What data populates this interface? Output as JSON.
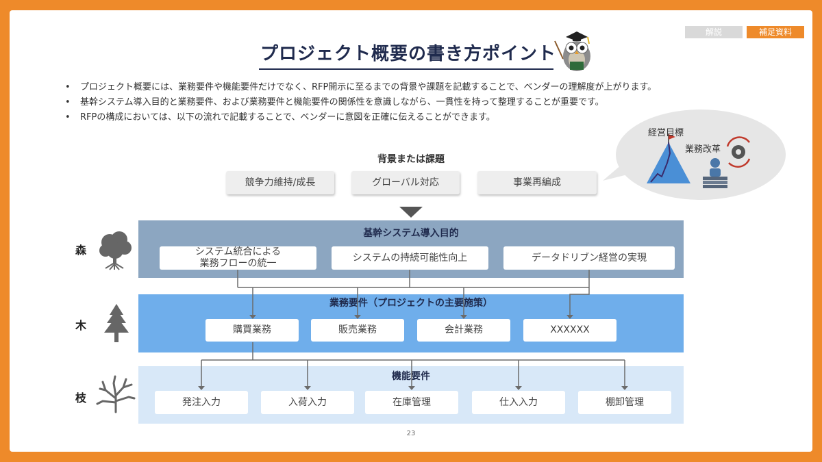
{
  "tags": {
    "explain": "解説",
    "supplement": "補足資料"
  },
  "title": "プロジェクト概要の書き方ポイント",
  "bullets": [
    "プロジェクト概要には、業務要件や機能要件だけでなく、RFP開示に至るまでの背景や課題を記載することで、ベンダーの理解度が上がります。",
    "基幹システム導入目的と業務要件、および業務要件と機能要件の関係性を意識しながら、一貫性を持って整理することが重要です。",
    "RFPの構成においては、以下の流れで記載することで、ベンダーに意図を正確に伝えることができます。"
  ],
  "bubble": {
    "label_goal": "経営目標",
    "label_reform": "業務改革"
  },
  "background": {
    "title": "背景または課題",
    "items": [
      "競争力維持/成長",
      "グローバル対応",
      "事業再編成"
    ]
  },
  "levels": {
    "forest": {
      "label": "森",
      "title": "基幹システム導入目的",
      "items": [
        "システム統合による\n業務フローの統一",
        "システムの持続可能性向上",
        "データドリブン経営の実現"
      ]
    },
    "tree": {
      "label": "木",
      "title": "業務要件（プロジェクトの主要施策）",
      "items": [
        "購買業務",
        "販売業務",
        "会計業務",
        "XXXXXX"
      ]
    },
    "branch": {
      "label": "枝",
      "title": "機能要件",
      "items": [
        "発注入力",
        "入荷入力",
        "在庫管理",
        "仕入入力",
        "棚卸管理"
      ]
    }
  },
  "page_number": "23",
  "colors": {
    "frame": "#ee8a2a",
    "title": "#1f2a4d",
    "forest_band": "#8ca6c1",
    "tree_band": "#6faeeb",
    "branch_band": "#d8e8f8"
  }
}
